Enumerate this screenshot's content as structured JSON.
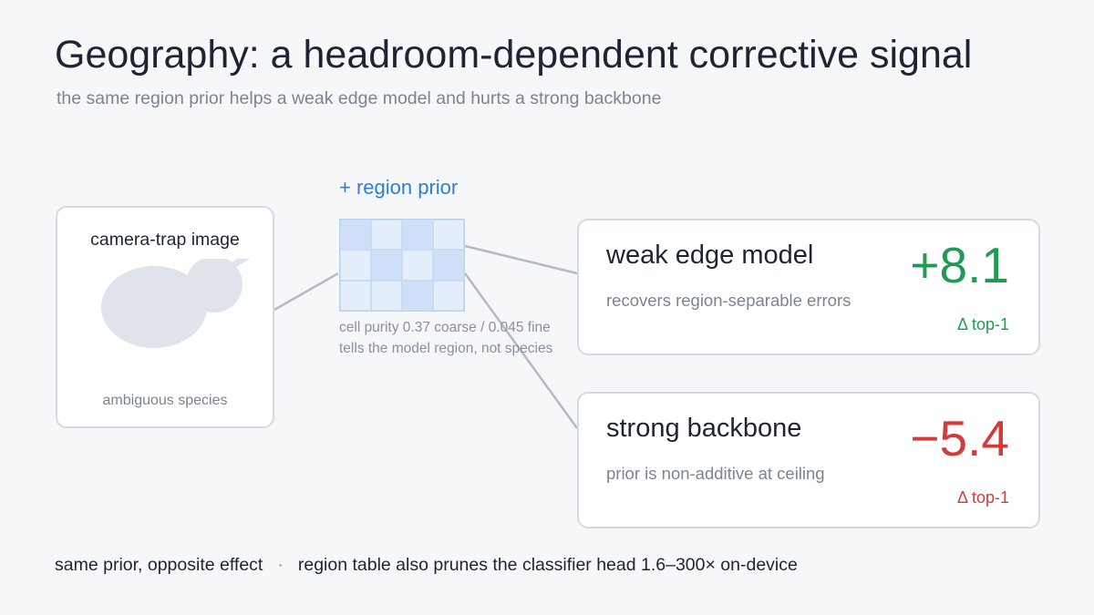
{
  "header": {
    "title": "Geography: a headroom-dependent corrective signal",
    "subtitle": "the same region prior helps a weak edge model and hurts a strong backbone"
  },
  "input_card": {
    "label": "camera-trap image",
    "note": "ambiguous species"
  },
  "prior": {
    "label": "+ region prior",
    "note_line1": "cell purity 0.37 coarse / 0.045 fine",
    "note_line2": "tells the model region, not species",
    "grid": {
      "rows": 3,
      "cols": 4,
      "shade": [
        [
          1,
          0,
          1,
          0
        ],
        [
          0,
          1,
          0,
          1
        ],
        [
          0,
          0,
          1,
          0
        ]
      ]
    }
  },
  "results": {
    "weak": {
      "title": "weak edge model",
      "description": "recovers region-separable errors",
      "value": "+8.1",
      "metric": "Δ top-1",
      "color": "#229a55"
    },
    "strong": {
      "title": "strong backbone",
      "description": "prior is non-additive at ceiling",
      "value": "−5.4",
      "metric": "Δ top-1",
      "color": "#d23c3c"
    }
  },
  "footer": {
    "left": "same prior, opposite effect",
    "separator": "·",
    "right": "region table also prunes the classifier head 1.6–300× on-device"
  },
  "colors": {
    "prior_accent": "#2f7fd6",
    "cell_dark": "#cfe0f8",
    "cell_light": "#e5effc",
    "connector": "#b5bac4"
  }
}
